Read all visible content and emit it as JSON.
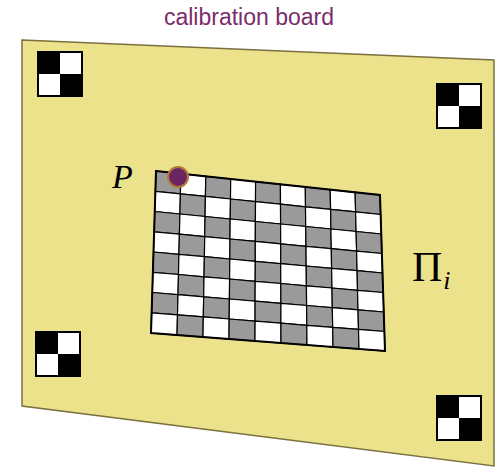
{
  "diagram": {
    "title": "calibration board",
    "labels": [
      "P",
      "Π",
      "i"
    ]
  }
}
